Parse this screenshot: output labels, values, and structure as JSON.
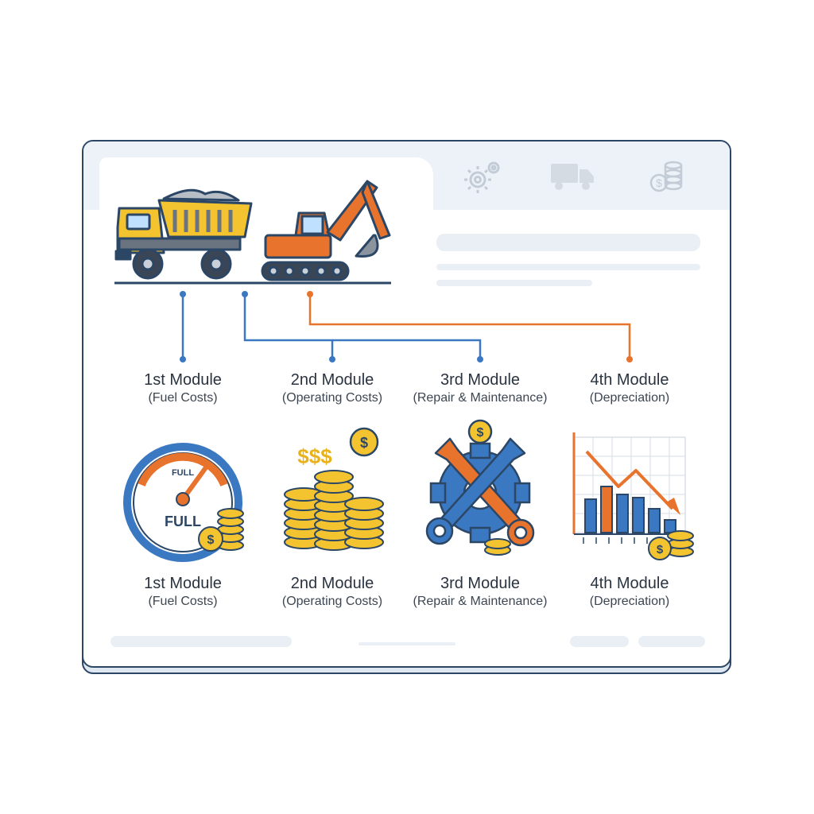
{
  "modules_top": [
    {
      "title": "1st Module",
      "subtitle": "(Fuel Costs)"
    },
    {
      "title": "2nd Module",
      "subtitle": "(Operating Costs)"
    },
    {
      "title": "3rd Module",
      "subtitle": "(Repair & Maintenance)"
    },
    {
      "title": "4th Module",
      "subtitle": "(Depreciation)"
    }
  ],
  "modules_bottom": [
    {
      "title": "1st Module",
      "subtitle": "(Fuel Costs)"
    },
    {
      "title": "2nd Module",
      "subtitle": "(Operating Costs)"
    },
    {
      "title": "3rd Module",
      "subtitle": "(Repair & Maintenance)"
    },
    {
      "title": "4th Module",
      "subtitle": "(Depreciation)"
    }
  ],
  "gauge": {
    "small_label": "FULL",
    "big_label": "FULL"
  },
  "dollar_text": "$$$",
  "coin_symbol": "$",
  "toolbar_icons": [
    "gears-icon",
    "truck-icon",
    "coins-icon"
  ],
  "colors": {
    "navy": "#2c4766",
    "blue": "#3a78c2",
    "orange": "#e8732c",
    "yellow": "#f4c430",
    "gold": "#e9b21a",
    "grey_ui": "#eaeff5"
  }
}
